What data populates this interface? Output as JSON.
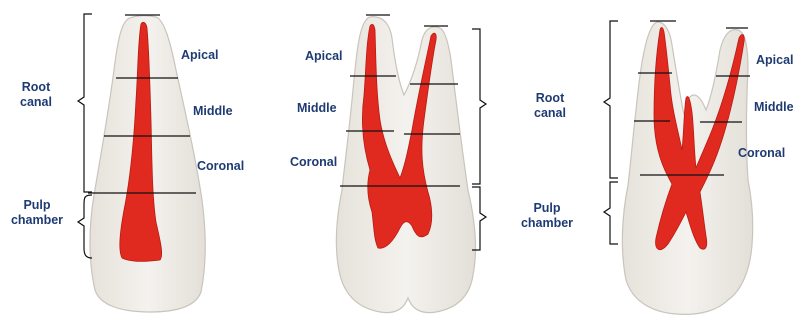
{
  "colors": {
    "tooth_fill": "#ece9e3",
    "tooth_stroke": "#c9c5bd",
    "pulp": "#e0291f",
    "pulp_dark": "#b81c14",
    "rule": "#111111",
    "label": "#1f3b73"
  },
  "left_tooth": {
    "root_canal": "Root canal",
    "pulp_chamber": "Pulp chamber",
    "apical": "Apical",
    "middle": "Middle",
    "coronal": "Coronal"
  },
  "middle_tooth": {
    "apical": "Apical",
    "middle": "Middle",
    "coronal": "Coronal"
  },
  "right_tooth": {
    "root_canal": "Root canal",
    "pulp_chamber": "Pulp chamber",
    "apical": "Apical",
    "middle": "Middle",
    "coronal": "Coronal"
  }
}
